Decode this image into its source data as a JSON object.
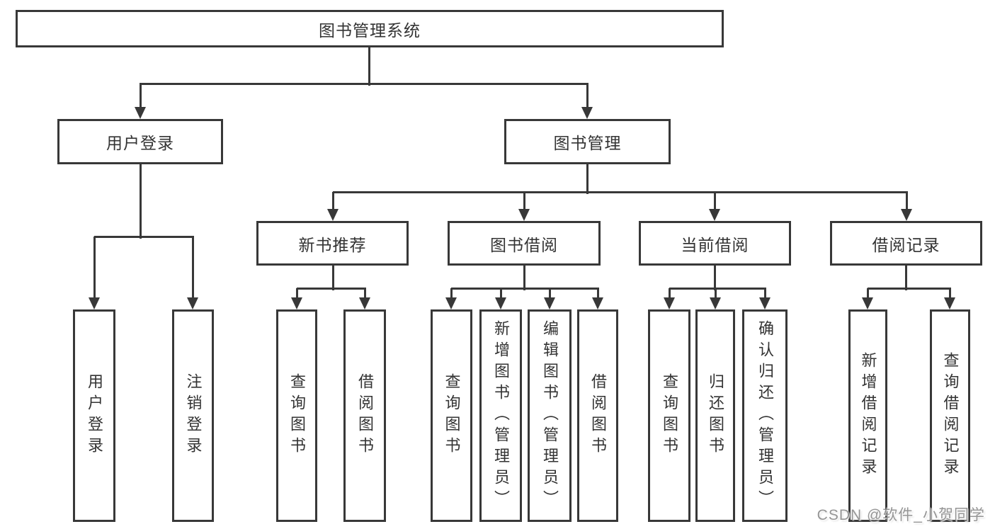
{
  "tree": {
    "root": {
      "label": "图书管理系统"
    },
    "branches": [
      {
        "label": "用户登录",
        "children": [
          {
            "label": "用户登录"
          },
          {
            "label": "注销登录"
          }
        ]
      },
      {
        "label": "图书管理",
        "children": [
          {
            "label": "新书推荐",
            "children": [
              {
                "label": "查询图书"
              },
              {
                "label": "借阅图书"
              }
            ]
          },
          {
            "label": "图书借阅",
            "children": [
              {
                "label": "查询图书"
              },
              {
                "label": "新增图书（管理员）"
              },
              {
                "label": "编辑图书（管理员）"
              },
              {
                "label": "借阅图书"
              }
            ]
          },
          {
            "label": "当前借阅",
            "children": [
              {
                "label": "查询图书"
              },
              {
                "label": "归还图书"
              },
              {
                "label": "确认归还（管理员）"
              }
            ]
          },
          {
            "label": "借阅记录",
            "children": [
              {
                "label": "新增借阅记录"
              },
              {
                "label": "查询借阅记录"
              }
            ]
          }
        ]
      }
    ]
  },
  "watermark": {
    "text": "CSDN @软件_小贺同学"
  },
  "colors": {
    "line": "#383838",
    "box_border": "#383838",
    "box_background": "#ffffff",
    "text": "#333333",
    "watermark": "#828282"
  }
}
